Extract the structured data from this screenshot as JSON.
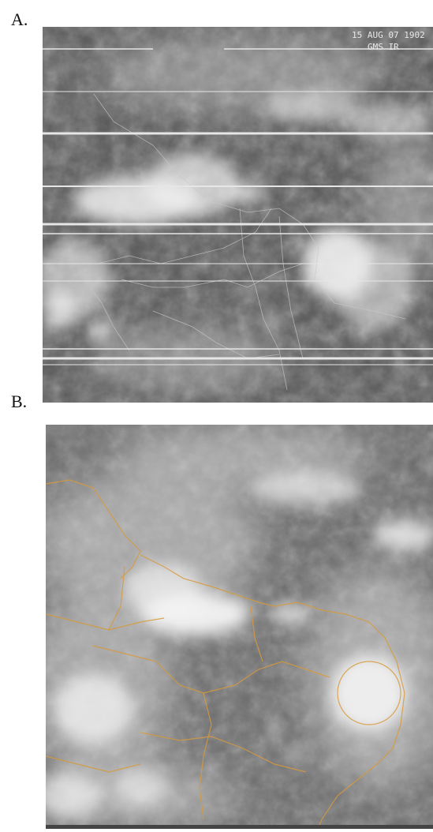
{
  "panels": [
    {
      "label": "A.",
      "overlay_line1": "15 AUG 07  1902",
      "overlay_line2": "GMS IR"
    },
    {
      "label": "B."
    }
  ],
  "colors": {
    "panel_a_background": "#5a5a5a",
    "panel_b_background": "#6e6e6e",
    "cloud": "#f2f2f2",
    "scanline": "#e6e6e6",
    "borders_a": "#c8c8c8",
    "borders_b": "#d79a3c"
  }
}
